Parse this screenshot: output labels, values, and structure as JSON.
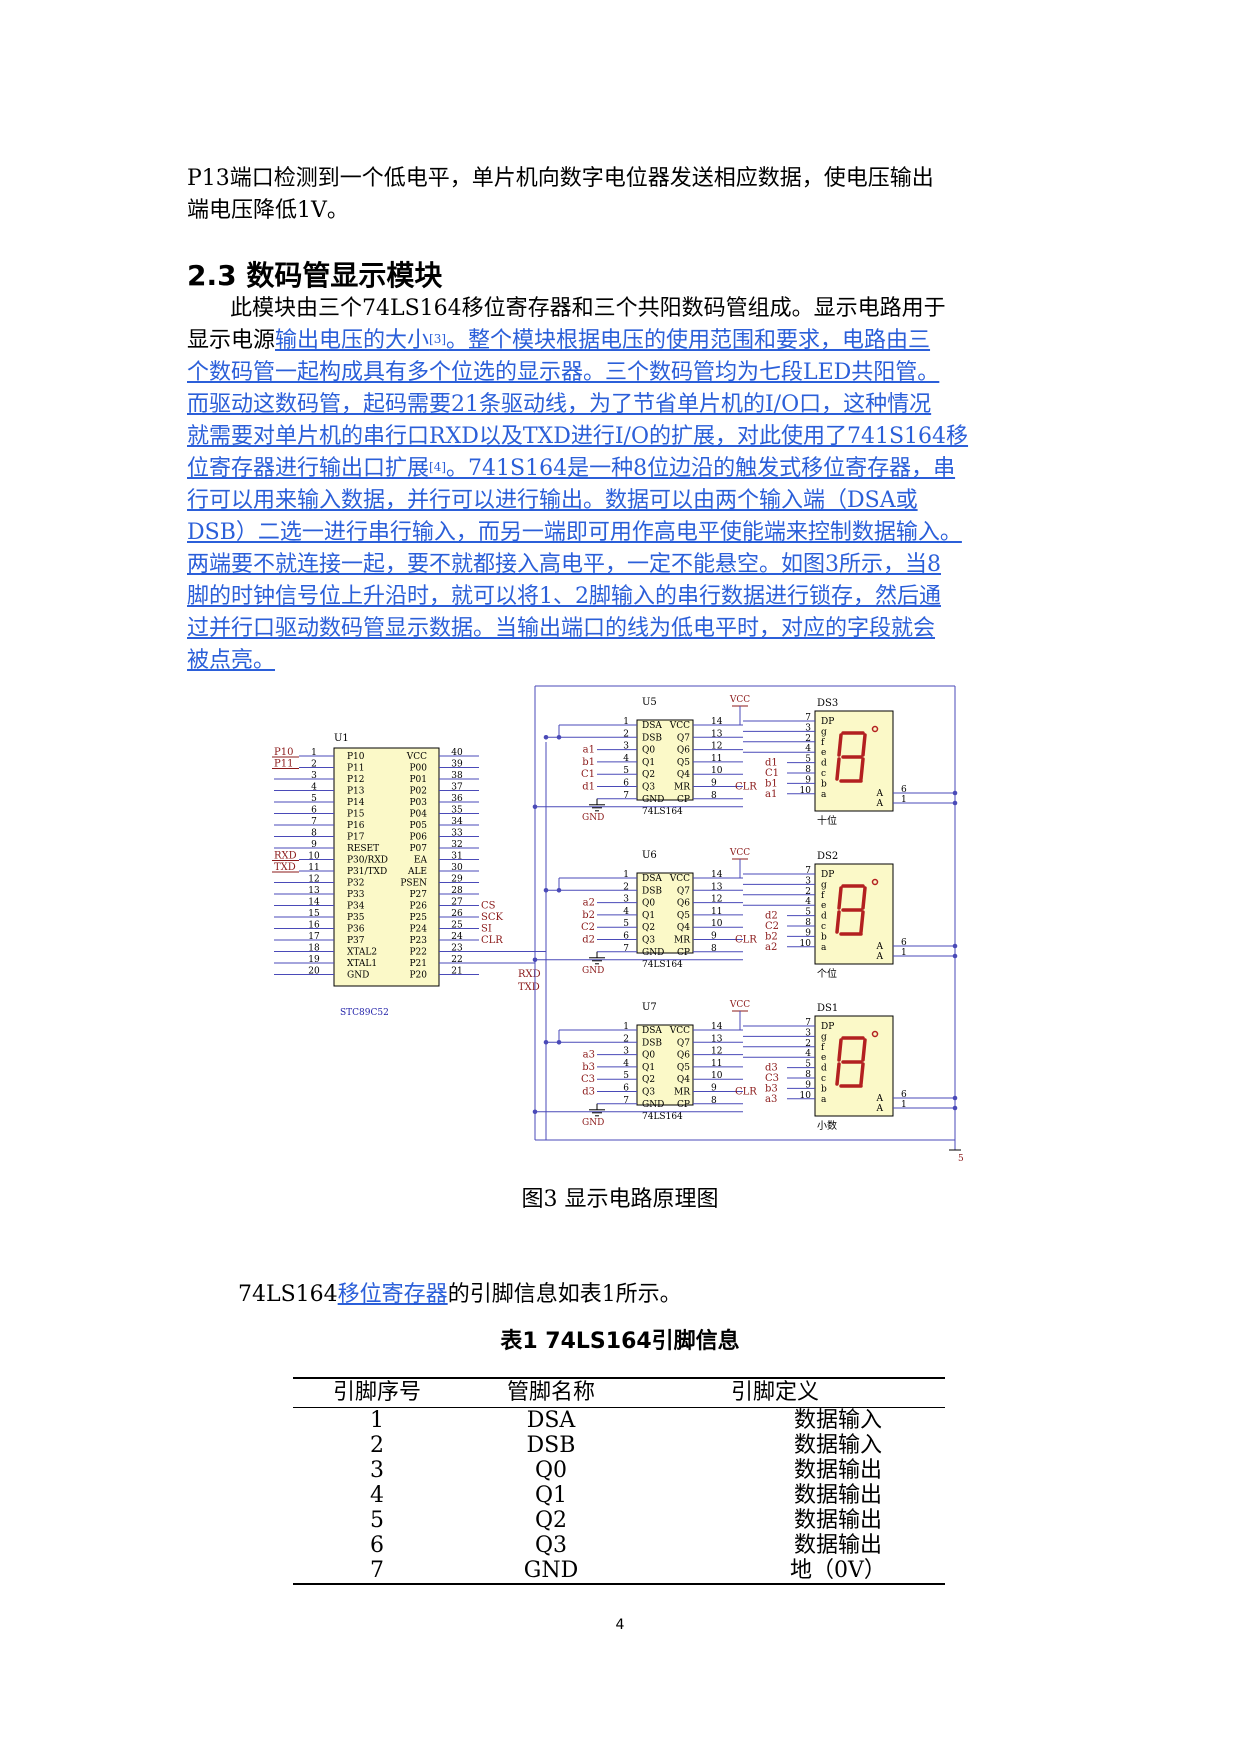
{
  "intro": {
    "line1": "P13端口检测到一个低电平，单片机向数字电位器发送相应数据，使电压输出",
    "line2": "端电压降低1V。"
  },
  "section": {
    "heading": "2.3 数码管显示模块"
  },
  "para": {
    "l1": "此模块由三个74LS164移位寄存器和三个共阳数码管组成。显示电路用于",
    "l2a": "显示电源",
    "l2b": "输出电压的大小",
    "l2c": "。整个模块根据电压的使用范围和要求，电路由三",
    "l3": "个数码管一起构成具有多个位选的显示器。三个数码管均为七段LED共阳管。",
    "l4": "而驱动这数码管，起码需要21条驱动线，为了节省单片机的I/O口，这种情况",
    "l5": "就需要对单片机的串行口RXD以及TXD进行I/O的扩展，对此使用了741S164移",
    "l6a": "位寄存器进行输出口扩展",
    "l6b": "。741S164是一种8位边沿的触发式移位寄存器，串",
    "l7": "行可以用来输入数据，并行可以进行输出。数据可以由两个输入端（DSA或",
    "l8": "DSB）二选一进行串行输入，而另一端即可用作高电平使能端来控制数据输入。",
    "l9": "两端要不就连接一起，要不就都接入高电平，一定不能悬空。如图3所示，当8",
    "l10": "脚的时钟信号位上升沿时，就可以将1、2脚输入的串行数据进行锁存，然后通",
    "l11": "过并行口驱动数码管显示数据。当输出端口的线为低电平时，对应的字段就会",
    "l12": "被点亮。",
    "ref3": "[3]",
    "ref4": "[4]"
  },
  "figure": {
    "caption": "图3 显示电路原理图",
    "mcu": {
      "ref": "U1",
      "part": "STC89C52",
      "left_pins": [
        {
          "num": "1",
          "name": "P10"
        },
        {
          "num": "2",
          "name": "P11"
        },
        {
          "num": "3",
          "name": "P12"
        },
        {
          "num": "4",
          "name": "P13"
        },
        {
          "num": "5",
          "name": "P14"
        },
        {
          "num": "6",
          "name": "P15"
        },
        {
          "num": "7",
          "name": "P16"
        },
        {
          "num": "8",
          "name": "P17"
        },
        {
          "num": "9",
          "name": "RESET"
        },
        {
          "num": "10",
          "name": "P30/RXD"
        },
        {
          "num": "11",
          "name": "P31/TXD"
        },
        {
          "num": "12",
          "name": "P32"
        },
        {
          "num": "13",
          "name": "P33"
        },
        {
          "num": "14",
          "name": "P34"
        },
        {
          "num": "15",
          "name": "P35"
        },
        {
          "num": "16",
          "name": "P36"
        },
        {
          "num": "17",
          "name": "P37"
        },
        {
          "num": "18",
          "name": "XTAL2"
        },
        {
          "num": "19",
          "name": "XTAL1"
        },
        {
          "num": "20",
          "name": "GND"
        }
      ],
      "right_pins": [
        {
          "num": "40",
          "name": "VCC"
        },
        {
          "num": "39",
          "name": "P00"
        },
        {
          "num": "38",
          "name": "P01"
        },
        {
          "num": "37",
          "name": "P02"
        },
        {
          "num": "36",
          "name": "P03"
        },
        {
          "num": "35",
          "name": "P04"
        },
        {
          "num": "34",
          "name": "P05"
        },
        {
          "num": "33",
          "name": "P06"
        },
        {
          "num": "32",
          "name": "P07"
        },
        {
          "num": "31",
          "name": "EA"
        },
        {
          "num": "30",
          "name": "ALE"
        },
        {
          "num": "29",
          "name": "PSEN"
        },
        {
          "num": "28",
          "name": "P27"
        },
        {
          "num": "27",
          "name": "P26"
        },
        {
          "num": "26",
          "name": "P25"
        },
        {
          "num": "25",
          "name": "P24"
        },
        {
          "num": "24",
          "name": "P23"
        },
        {
          "num": "23",
          "name": "P22"
        },
        {
          "num": "22",
          "name": "P21"
        },
        {
          "num": "21",
          "name": "P20"
        }
      ],
      "left_nets": {
        "1": "P10",
        "2": "P11",
        "10": "RXD",
        "11": "TXD"
      },
      "right_nets": {
        "27": "CS",
        "26": "SCK",
        "25": "SI",
        "24": "CLR"
      },
      "bus_labels": [
        "RXD",
        "TXD"
      ]
    },
    "shift_regs": [
      {
        "ref": "U5",
        "part": "74LS164",
        "inputs": [
          "a1",
          "b1",
          "C1",
          "d1"
        ],
        "outputs": [
          "d1",
          "C1",
          "b1",
          "a1"
        ],
        "display": "DS3",
        "digit_label": "十位"
      },
      {
        "ref": "U6",
        "part": "74LS164",
        "inputs": [
          "a2",
          "b2",
          "C2",
          "d2"
        ],
        "outputs": [
          "d2",
          "C2",
          "b2",
          "a2"
        ],
        "display": "DS2",
        "digit_label": "个位"
      },
      {
        "ref": "U7",
        "part": "74LS164",
        "inputs": [
          "a3",
          "b3",
          "C3",
          "d3"
        ],
        "outputs": [
          "d3",
          "C3",
          "b3",
          "a3"
        ],
        "display": "DS1",
        "digit_label": "小数"
      }
    ],
    "ic_left": [
      {
        "num": "1",
        "name": "DSA"
      },
      {
        "num": "2",
        "name": "DSB"
      },
      {
        "num": "3",
        "name": "Q0"
      },
      {
        "num": "4",
        "name": "Q1"
      },
      {
        "num": "5",
        "name": "Q2"
      },
      {
        "num": "6",
        "name": "Q3"
      },
      {
        "num": "7",
        "name": "GND"
      }
    ],
    "ic_right": [
      {
        "num": "14",
        "name": "VCC"
      },
      {
        "num": "13",
        "name": "Q7"
      },
      {
        "num": "12",
        "name": "Q6"
      },
      {
        "num": "11",
        "name": "Q5"
      },
      {
        "num": "10",
        "name": "Q4"
      },
      {
        "num": "9",
        "name": "MR"
      },
      {
        "num": "8",
        "name": "CP"
      }
    ],
    "seg_pins": [
      {
        "num": "7",
        "name": "DP"
      },
      {
        "num": "3",
        "name": "g"
      },
      {
        "num": "2",
        "name": "f"
      },
      {
        "num": "4",
        "name": "e"
      },
      {
        "num": "5",
        "name": "d"
      },
      {
        "num": "8",
        "name": "c"
      },
      {
        "num": "9",
        "name": "b"
      },
      {
        "num": "10",
        "name": "a"
      }
    ],
    "anode_pins": [
      {
        "num": "6",
        "name": "A"
      },
      {
        "num": "1",
        "name": "A"
      }
    ],
    "vcc": "VCC",
    "gnd": "GND",
    "clr": "CLR",
    "supply_node": "5"
  },
  "table_intro": {
    "pre": "74LS164",
    "link": "移位寄存器",
    "post": "的引脚信息如表1所示。"
  },
  "table": {
    "title": "表1 74LS164引脚信息",
    "headers": [
      "引脚序号",
      "管脚名称",
      "引脚定义"
    ],
    "rows": [
      [
        "1",
        "DSA",
        "数据输入"
      ],
      [
        "2",
        "DSB",
        "数据输入"
      ],
      [
        "3",
        "Q0",
        "数据输出"
      ],
      [
        "4",
        "Q1",
        "数据输出"
      ],
      [
        "5",
        "Q2",
        "数据输出"
      ],
      [
        "6",
        "Q3",
        "数据输出"
      ],
      [
        "7",
        "GND",
        "地（0V）"
      ]
    ]
  },
  "page_number": "4",
  "colors": {
    "link": "#2b5fd9",
    "wire": "#4a4ab8",
    "net_label": "#8b1a1a",
    "chip_fill": "#fbf9c8",
    "segment": "#b32020"
  }
}
